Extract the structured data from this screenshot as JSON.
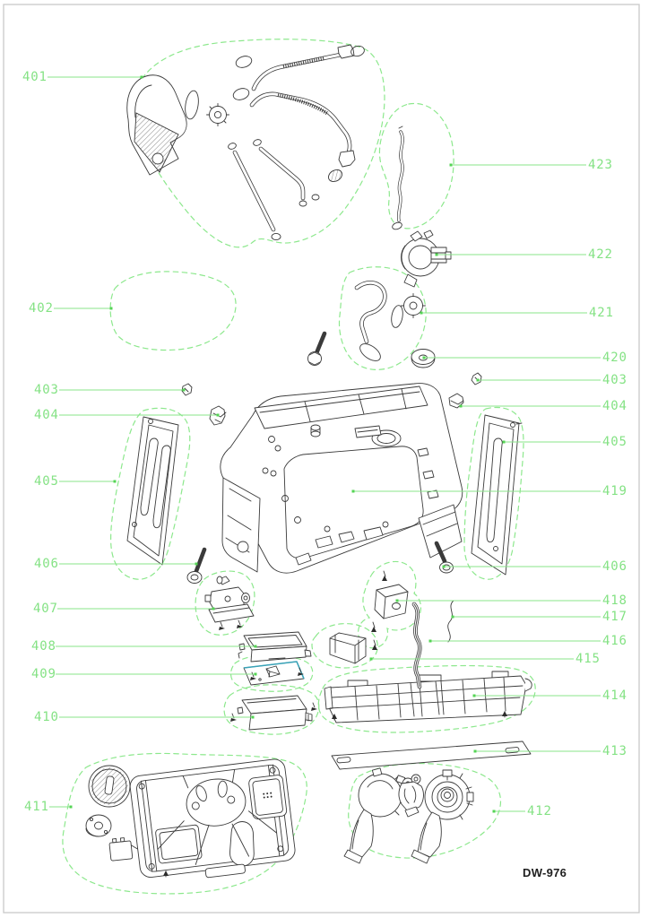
{
  "drawing": {
    "code": "DW-976",
    "callouts_left": [
      "401",
      "402",
      "403",
      "404",
      "405",
      "406",
      "407",
      "408",
      "409",
      "410",
      "411"
    ],
    "callouts_right": [
      "423",
      "422",
      "421",
      "420",
      "403",
      "404",
      "405",
      "419",
      "406",
      "418",
      "417",
      "416",
      "415",
      "414",
      "413",
      "412"
    ],
    "colors": {
      "callout_green": "#84e284",
      "part_line": "#3b3b3b",
      "frame_gray": "#c9c9c9",
      "highlight_teal": "#39a3b8"
    }
  }
}
